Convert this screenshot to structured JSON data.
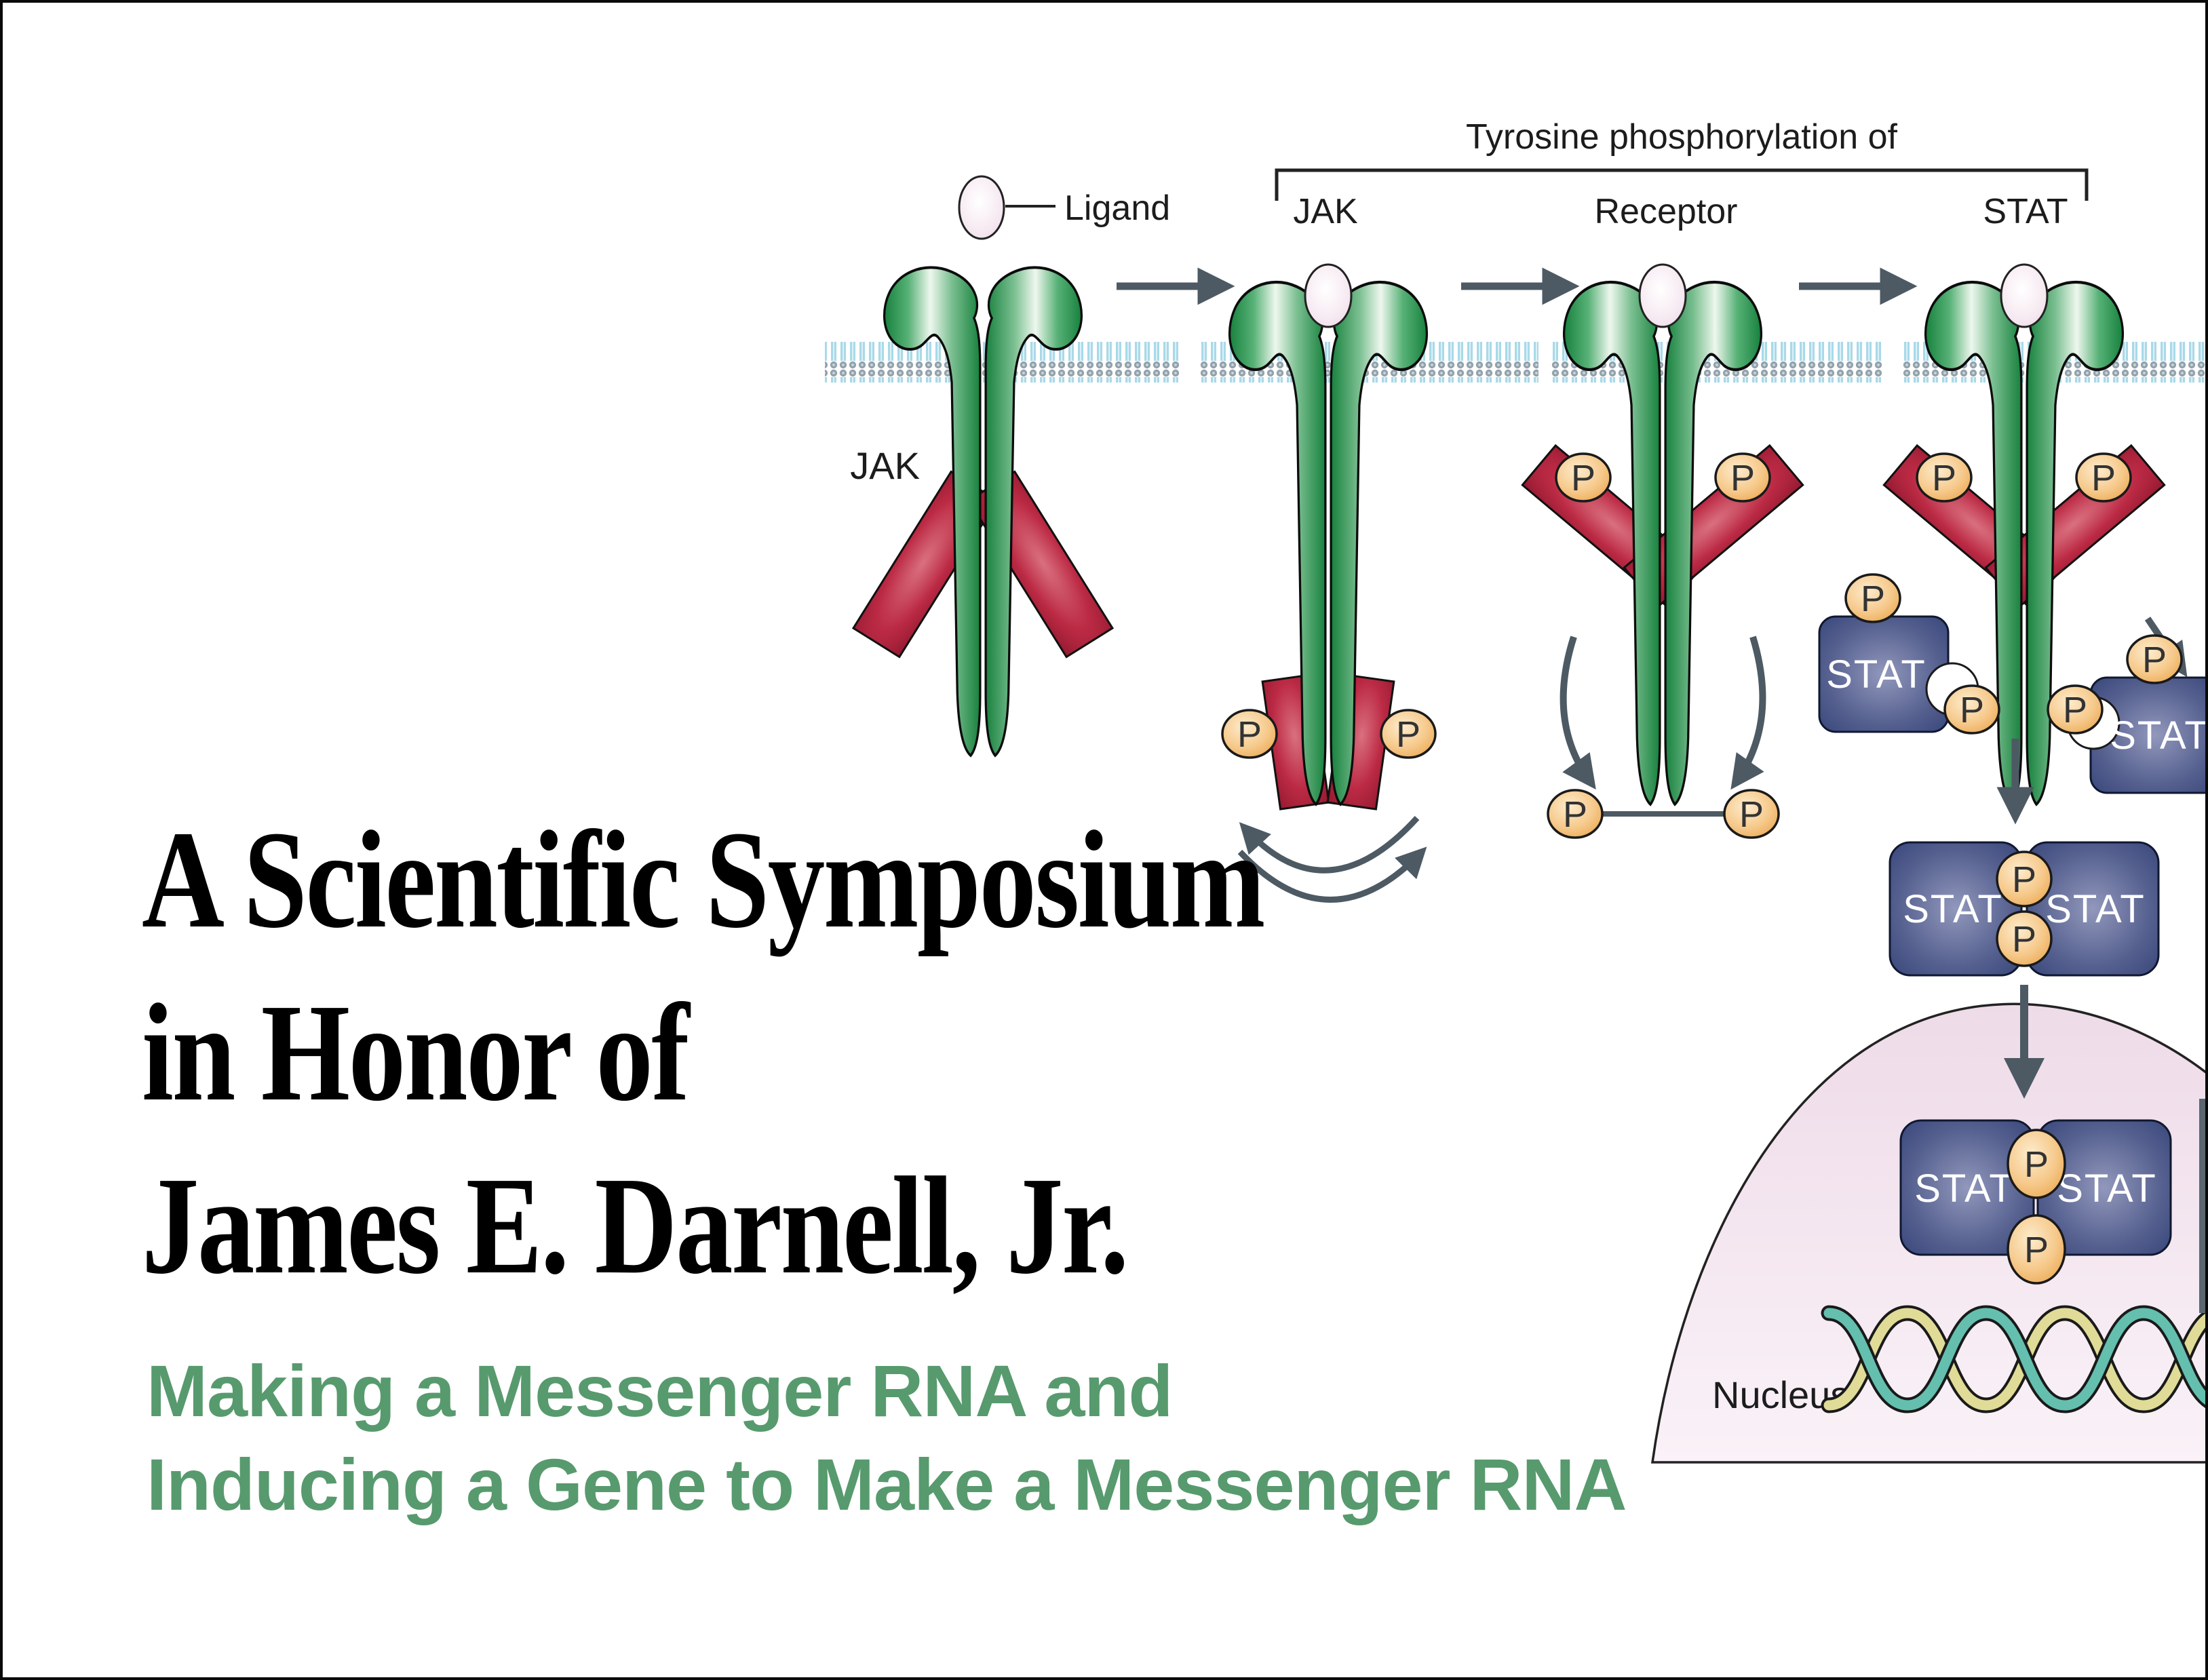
{
  "poster": {
    "title_lines": [
      "A Scientific Symposium",
      "in Honor of",
      "James E. Darnell, Jr."
    ],
    "subtitle_lines": [
      "Making a Messenger RNA and",
      "Inducing a Gene to Make a Messenger RNA"
    ]
  },
  "diagram": {
    "phospho_header": "Tyrosine phosphorylation of",
    "targets": [
      "JAK",
      "Receptor",
      "STAT"
    ],
    "ligand_label": "Ligand",
    "jak_label": "JAK",
    "p_label": "P",
    "stat_label": "STAT",
    "nucleus_label": "Nucleus",
    "colors": {
      "receptor_green": "#1d8a44",
      "jak_red": "#b32039",
      "phosphate_orange": "#f6c98b",
      "stat_blue": "#3c4a83",
      "membrane_blue": "#a9d9e8",
      "nucleus_pink": "#f2e1ec",
      "arrow_gray": "#4d5a63",
      "subtitle_green": "#579a6e",
      "frame": "#0a0a0a"
    }
  }
}
